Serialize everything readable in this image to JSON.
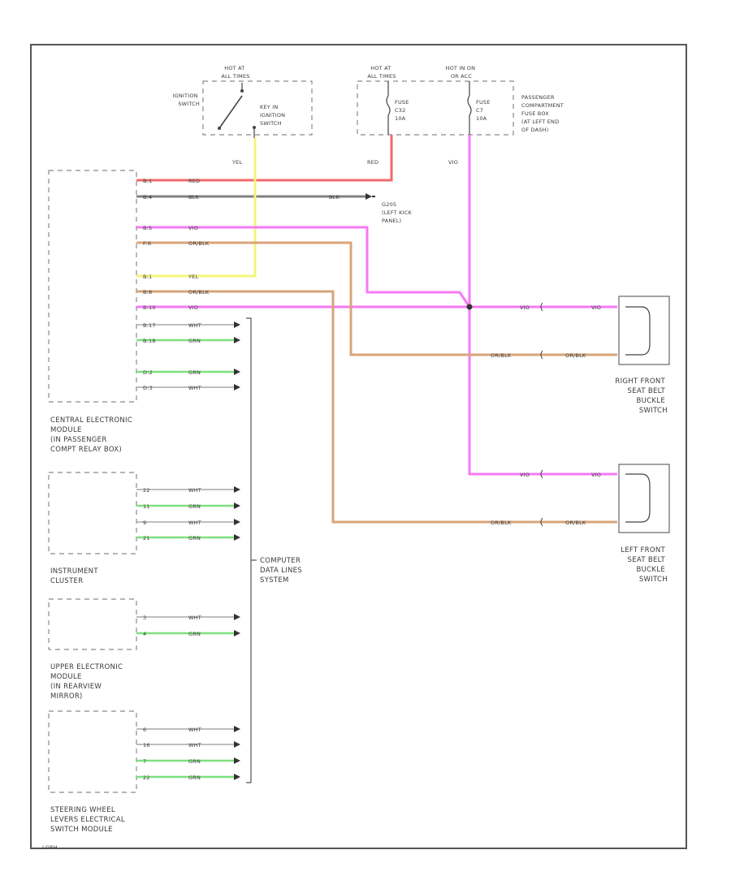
{
  "diagram": {
    "ignition_switch": {
      "label": [
        "IGNITION",
        "SWITCH"
      ],
      "hot_at": [
        "HOT AT",
        "ALL TIMES"
      ],
      "key_in": [
        "KEY IN",
        "IGNITION",
        "SWITCH"
      ]
    },
    "fuse_box": {
      "hot_at_all": [
        "HOT AT",
        "ALL TIMES"
      ],
      "hot_in_on": [
        "HOT IN ON",
        "OR ACC"
      ],
      "fuse_a": [
        "FUSE",
        "C32",
        "10A"
      ],
      "fuse_b": [
        "FUSE",
        "C7",
        "10A"
      ],
      "label": [
        "PASSENGER",
        "COMPARTMENT",
        "FUSE BOX",
        "(AT LEFT END",
        "OF DASH)"
      ]
    },
    "wire_labels": {
      "yel": "YEL",
      "red": "RED",
      "vio": "VIO"
    },
    "ground": {
      "label": [
        "G205",
        "(LEFT KICK",
        "PANEL)"
      ],
      "wire": "BLK"
    },
    "cem": {
      "label": [
        "CENTRAL ELECTRONIC",
        "MODULE",
        "(IN PASSENGER",
        "COMPT RELAY BOX)"
      ],
      "pins": [
        {
          "pin": "B:1",
          "color": "RED"
        },
        {
          "pin": "B:4",
          "color": "BLK"
        },
        {
          "pin": "B:5",
          "color": "VIO"
        },
        {
          "pin": "F:6",
          "color": "OR/BLK"
        },
        {
          "pin": "B:1",
          "color": "YEL"
        },
        {
          "pin": "B:8",
          "color": "OR/BLK"
        },
        {
          "pin": "B:10",
          "color": "VIO"
        },
        {
          "pin": "B:17",
          "color": "WHT"
        },
        {
          "pin": "B:18",
          "color": "GRN"
        },
        {
          "pin": "D:2",
          "color": "GRN"
        },
        {
          "pin": "D:3",
          "color": "WHT"
        }
      ]
    },
    "right_switch": {
      "label": [
        "RIGHT FRONT",
        "SEAT BELT",
        "BUCKLE",
        "SWITCH"
      ],
      "wires": [
        {
          "left": "VIO",
          "right": "VIO"
        },
        {
          "left": "OR/BLK",
          "right": "OR/BLK"
        }
      ]
    },
    "left_switch": {
      "label": [
        "LEFT FRONT",
        "SEAT BELT",
        "BUCKLE",
        "SWITCH"
      ],
      "wires": [
        {
          "left": "VIO",
          "right": "VIO"
        },
        {
          "left": "OR/BLK",
          "right": "OR/BLK"
        }
      ]
    },
    "instrument_cluster": {
      "label": [
        "INSTRUMENT",
        "CLUSTER"
      ],
      "pins": [
        {
          "pin": "22",
          "color": "WHT"
        },
        {
          "pin": "11",
          "color": "GRN"
        },
        {
          "pin": "9",
          "color": "WHT"
        },
        {
          "pin": "21",
          "color": "GRN"
        }
      ]
    },
    "uem": {
      "label": [
        "UPPER ELECTRONIC",
        "MODULE",
        "(IN REARVIEW",
        "MIRROR)"
      ],
      "pins": [
        {
          "pin": "3",
          "color": "WHT"
        },
        {
          "pin": "4",
          "color": "GRN"
        }
      ]
    },
    "swm": {
      "label": [
        "STEERING WHEEL",
        "LEVERS ELECTRICAL",
        "SWITCH MODULE"
      ],
      "pins": [
        {
          "pin": "6",
          "color": "WHT"
        },
        {
          "pin": "16",
          "color": "WHT"
        },
        {
          "pin": "7",
          "color": "GRN"
        },
        {
          "pin": "22",
          "color": "GRN"
        }
      ]
    },
    "data_link": {
      "label": [
        "COMPUTER",
        "DATA LINES",
        "SYSTEM"
      ]
    },
    "footer": "LGRH"
  }
}
